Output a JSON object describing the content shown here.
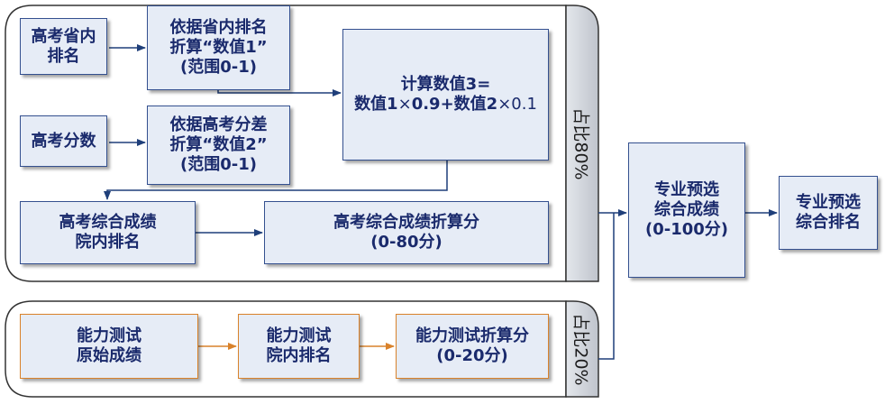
{
  "groups": {
    "gaokao_share": "占比80%",
    "ability_share": "占比20%"
  },
  "nodes": {
    "province_rank": [
      "高考省内",
      "排名"
    ],
    "value1": [
      "依据省内排名",
      "折算“数值1”",
      "(范围0-1)"
    ],
    "gaokao_score": "高考分数",
    "value2": [
      "依据高考分差",
      "折算“数值2”",
      "(范围0-1)"
    ],
    "value3": {
      "line1": "计算数值3=",
      "line2_a": "数值1",
      "times1": "×",
      "coef1": "0.9",
      "plus": "+",
      "line2_b": "数值2",
      "times2": "×",
      "coef2": "0.1"
    },
    "composite_rank": [
      "高考综合成绩",
      "院内排名"
    ],
    "composite_score": [
      "高考综合成绩折算分",
      "(0-80分)"
    ],
    "ability_raw": [
      "能力测试",
      "原始成绩"
    ],
    "ability_rank": [
      "能力测试",
      "院内排名"
    ],
    "ability_score": [
      "能力测试折算分",
      "(0-20分)"
    ],
    "major_pre_score": [
      "专业预选",
      "综合成绩",
      "(0-100分)"
    ],
    "major_pre_rank": [
      "专业预选",
      "综合排名"
    ]
  },
  "colors": {
    "box_fill": "#e6ecf6",
    "box_border": "#34508f",
    "orange_border": "#d9822b",
    "arrow_blue": "#1f3f7a",
    "arrow_orange": "#d9822b",
    "tab_fill": "#cfd3da",
    "text": "#1a2a6c"
  }
}
